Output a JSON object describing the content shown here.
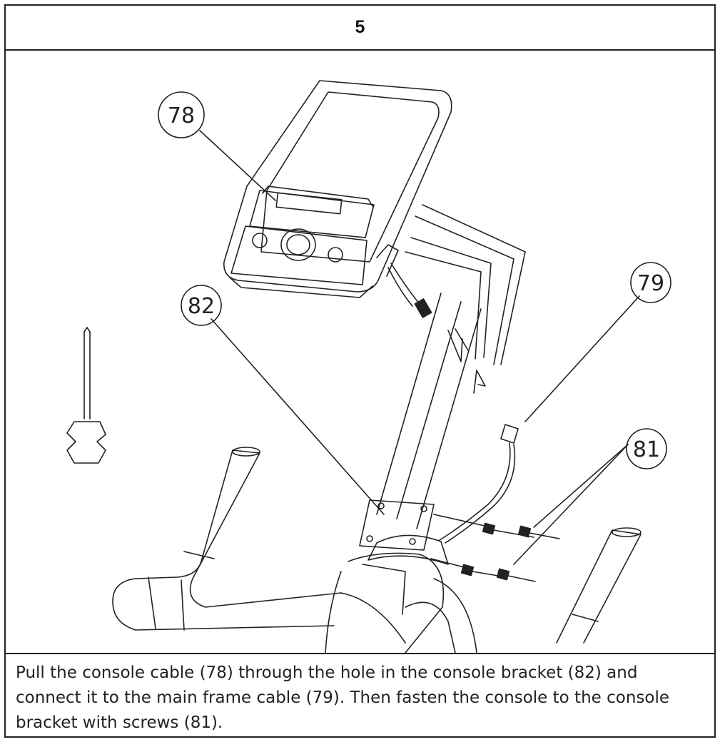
{
  "step": {
    "number": "5"
  },
  "callouts": {
    "console": "78",
    "main_frame_cable": "79",
    "screws": "81",
    "console_bracket": "82"
  },
  "instruction": {
    "text": "Pull the console cable (78) through the hole in the console bracket (82) and connect it to the main frame cable (79). Then fasten the console to the console bracket with screws (81)."
  },
  "colors": {
    "line": "#222222",
    "background": "#ffffff"
  }
}
